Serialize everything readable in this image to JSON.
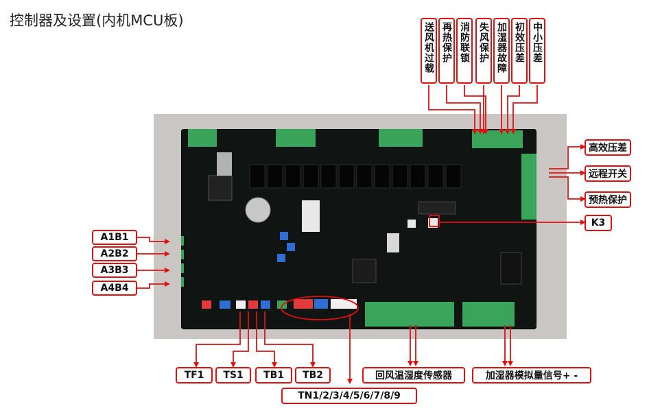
{
  "title": "控制器及设置(内机MCU板)",
  "top_labels": [
    "送风机过载",
    "再热保护",
    "消防联锁",
    "失风保护",
    "加湿器故障",
    "初效压差",
    "中小压差"
  ],
  "right_labels": [
    "高效压差",
    "远程开关",
    "预热保护",
    "K3"
  ],
  "left_labels": [
    "A1B1",
    "A2B2",
    "A3B3",
    "A4B4"
  ],
  "bottom_labels": [
    "TF1",
    "TS1",
    "TB1",
    "TB2",
    "TN1/2/3/4/5/6/7/8/9",
    "回风温湿度传感器",
    "加湿器模拟量信号+ -"
  ],
  "colors": {
    "callout": "#e01010",
    "terminal": "#3aa55a",
    "board": "#101412"
  }
}
